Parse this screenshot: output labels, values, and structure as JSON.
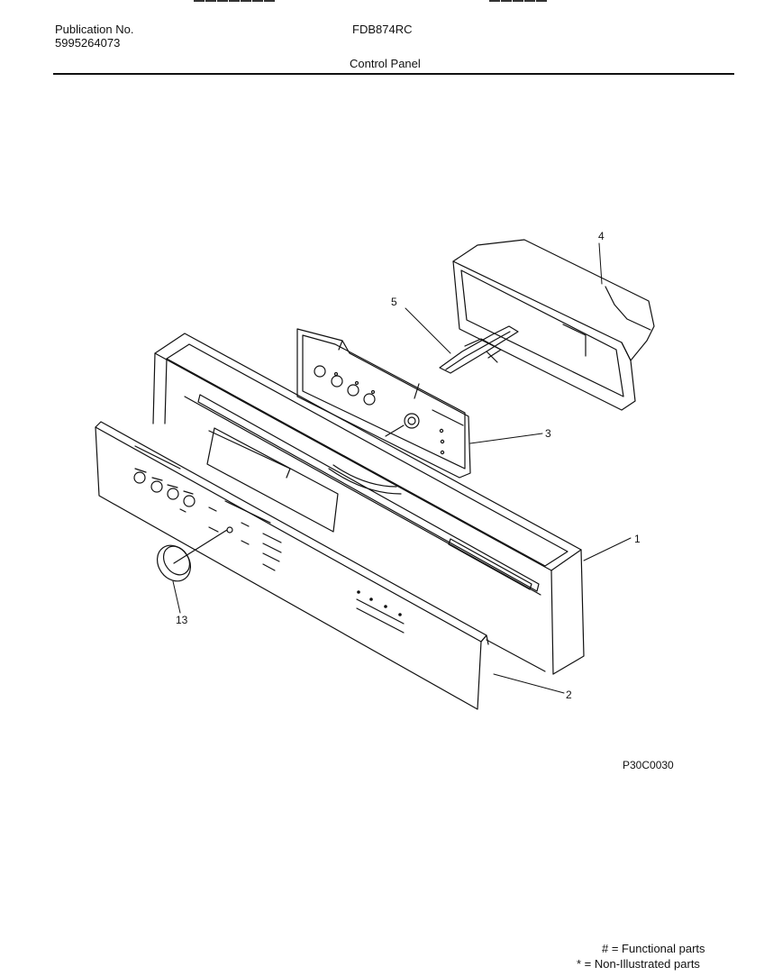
{
  "header": {
    "publication_label": "Publication No.",
    "publication_number": "5995264073",
    "model": "FDB874RC",
    "section_title": "Control Panel"
  },
  "callouts": [
    "1",
    "2",
    "3",
    "4",
    "5",
    "13"
  ],
  "image_code": "P30C0030",
  "legend": {
    "functional": "# = Functional parts",
    "non_illustrated": "* = Non-Illustrated parts"
  }
}
